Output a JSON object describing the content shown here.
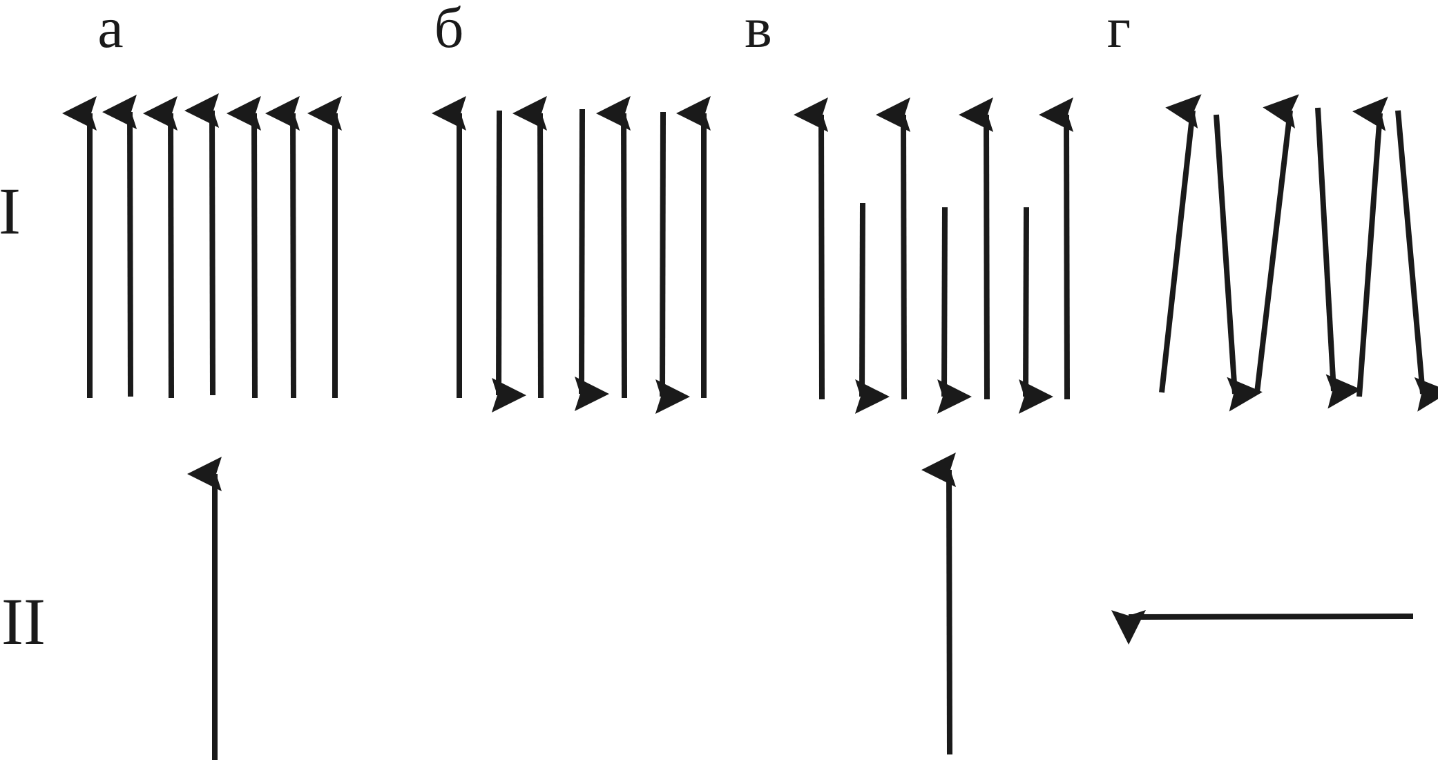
{
  "columns": [
    {
      "key": "a",
      "label": "а"
    },
    {
      "key": "b",
      "label": "б"
    },
    {
      "key": "v",
      "label": "в"
    },
    {
      "key": "g",
      "label": "г"
    }
  ],
  "rows": [
    {
      "key": "I",
      "label": "I"
    },
    {
      "key": "II",
      "label": "II"
    }
  ],
  "row_I": {
    "a": [
      "up",
      "up",
      "up",
      "up",
      "up",
      "up",
      "up"
    ],
    "b": [
      "up",
      "down",
      "up",
      "down",
      "up",
      "down",
      "up"
    ],
    "v": [
      "up",
      "down-short",
      "up",
      "down-short",
      "up",
      "down-short",
      "up"
    ],
    "g": [
      "up-tilted",
      "down-tilted",
      "up-tilted",
      "down-tilted",
      "up-tilted",
      "down-tilted"
    ]
  },
  "row_II": {
    "a": "up",
    "b": "none",
    "v": "up",
    "g": "left"
  },
  "colors": {
    "arrow": "#1a1a1a",
    "background": "#ffffff"
  }
}
